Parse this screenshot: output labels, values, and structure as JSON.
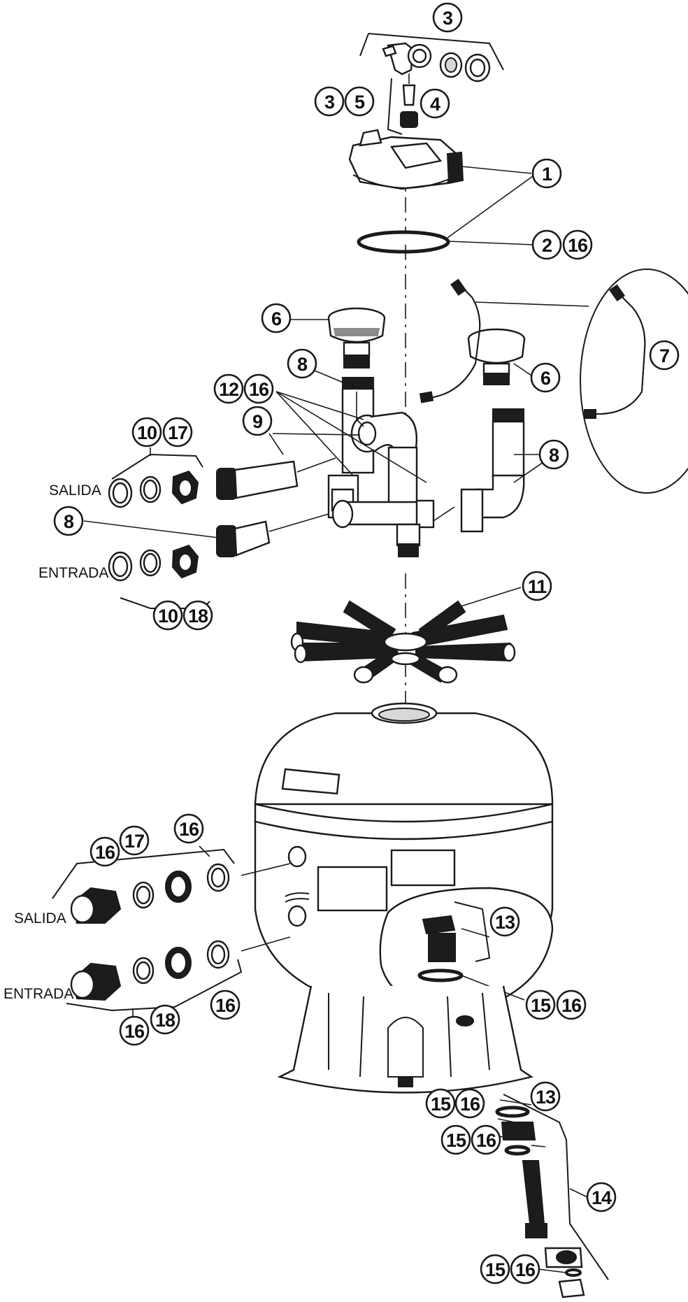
{
  "diagram": {
    "callouts": {
      "c3a": "3",
      "c3b": "3",
      "c5": "5",
      "c4": "4",
      "c1": "1",
      "c2": "2",
      "c16a": "16",
      "c6a": "6",
      "c6b": "6",
      "c7": "7",
      "c8a": "8",
      "c12": "12",
      "c16b": "16",
      "c9": "9",
      "c10a": "10",
      "c17a": "17",
      "c8b": "8",
      "c8c": "8",
      "c10b": "10",
      "c18a": "18",
      "c11": "11",
      "c16c": "16",
      "c17b": "17",
      "c16d": "16",
      "c13a": "13",
      "c15a": "15",
      "c16e": "16",
      "c16f": "16",
      "c18b": "18",
      "c16g": "16",
      "c13b": "13",
      "c15b": "15",
      "c16h": "16",
      "c15c": "15",
      "c16i": "16",
      "c14": "14",
      "c15d": "15",
      "c16j": "16"
    },
    "labels": {
      "salida_top": "SALIDA",
      "entrada_top": "ENTRADA",
      "salida_bottom": "SALIDA",
      "entrada_bottom": "ENTRADA"
    }
  }
}
